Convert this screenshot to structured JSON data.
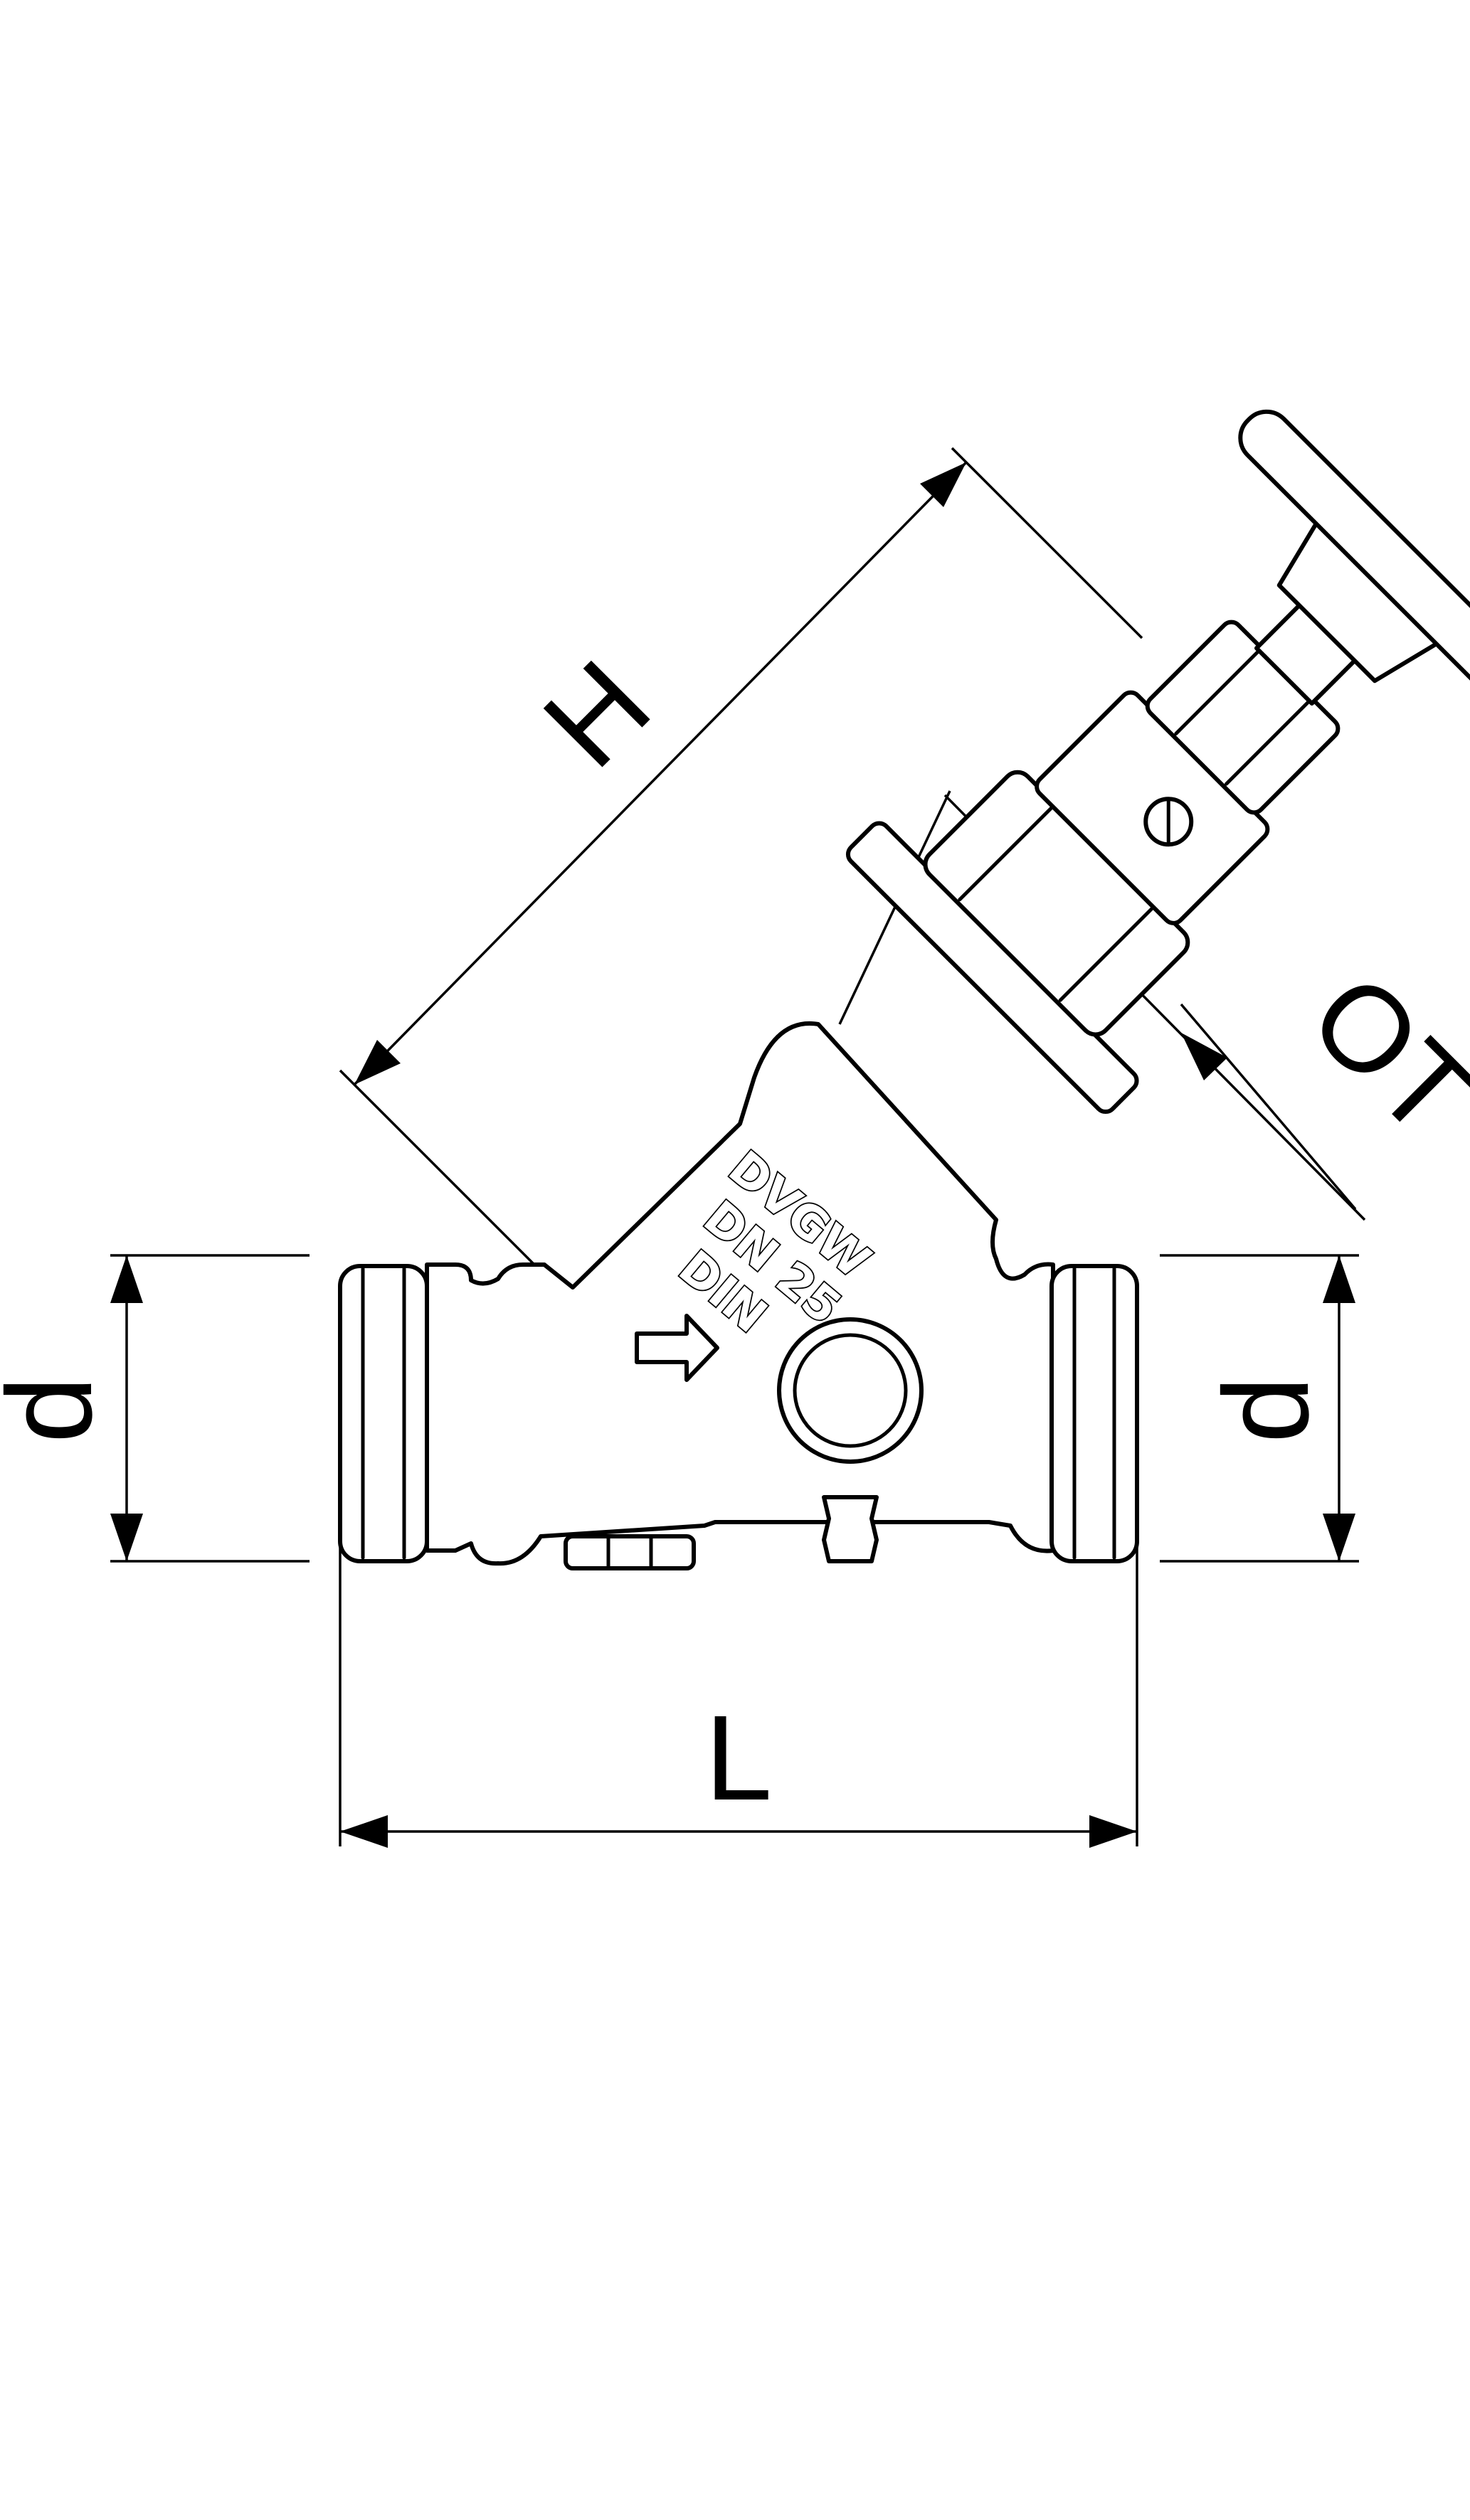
{
  "diagram": {
    "subject": "inclined seat valve (dimension drawing)",
    "dimensions": {
      "height_label": "H",
      "length_label": "L",
      "outlet_diameter_left_label": "d",
      "outlet_diameter_right_label": "d",
      "thread_label": "OT"
    },
    "body_markings": {
      "line1": "DVGW",
      "line2": "DN 25",
      "line3": "DIN"
    },
    "flow_direction_icon": "flow-arrow-icon"
  }
}
